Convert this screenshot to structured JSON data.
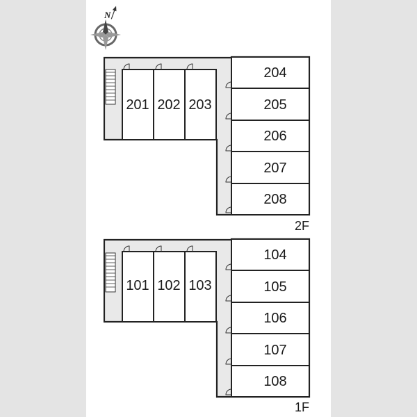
{
  "compass": {
    "letter": "N",
    "icon": "compass-rose-icon"
  },
  "floors": [
    {
      "id": "2F",
      "label": "2F",
      "stair_icon": "staircase-icon",
      "top_rooms": [
        "201",
        "202",
        "203"
      ],
      "side_rooms": [
        "204",
        "205",
        "206",
        "207",
        "208"
      ]
    },
    {
      "id": "1F",
      "label": "1F",
      "stair_icon": "staircase-icon",
      "top_rooms": [
        "101",
        "102",
        "103"
      ],
      "side_rooms": [
        "104",
        "105",
        "106",
        "107",
        "108"
      ]
    }
  ],
  "colors": {
    "wall": "#222222",
    "corridor": "#e9e9e9",
    "room": "#ffffff",
    "side_bg": "#e4e4e4"
  }
}
